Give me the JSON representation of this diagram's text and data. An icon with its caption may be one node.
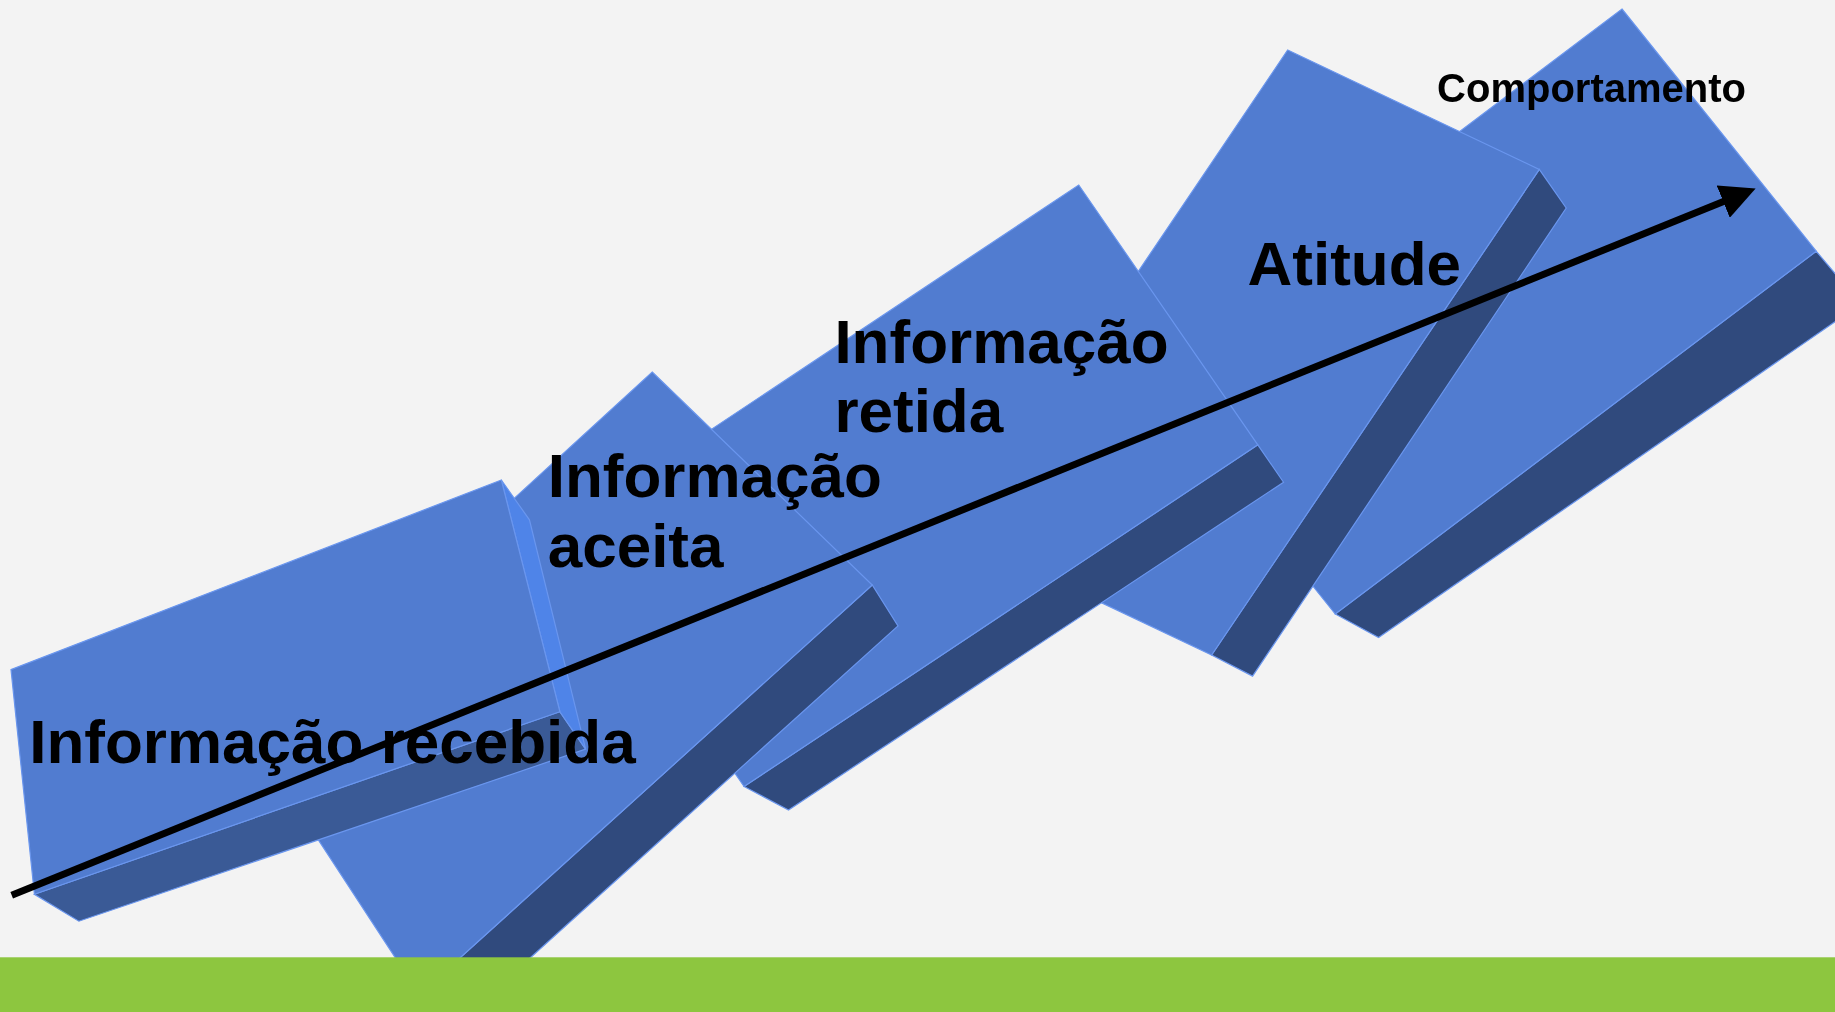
{
  "diagram": {
    "nodes": [
      {
        "text": [
          "Informação recebida"
        ]
      },
      {
        "text": [
          "Informação aceita"
        ]
      },
      {
        "text": [
          "Informação retida"
        ]
      },
      {
        "text": [
          "Atitude"
        ]
      },
      {
        "text": [
          "Comportamento"
        ]
      }
    ]
  }
}
